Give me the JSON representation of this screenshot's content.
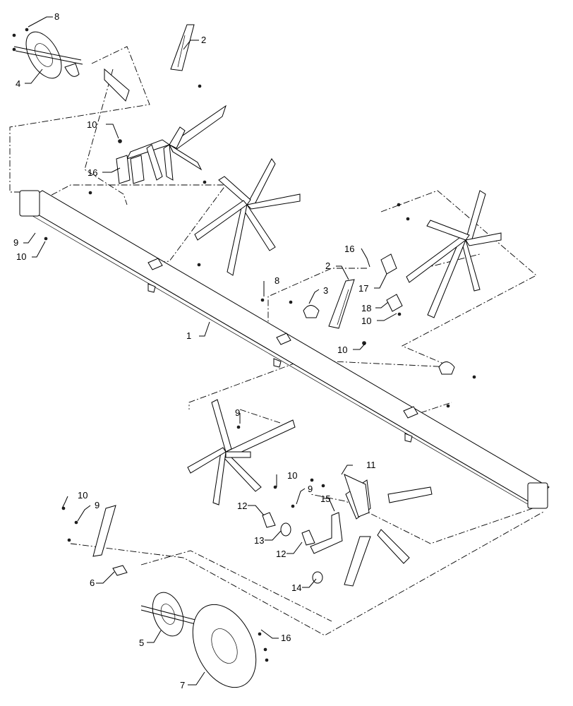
{
  "callouts": {
    "c1": "1",
    "c2a": "2",
    "c2b": "2",
    "c3": "3",
    "c4": "4",
    "c5": "5",
    "c6": "6",
    "c7": "7",
    "c8a": "8",
    "c8b": "8",
    "c9a": "9",
    "c9b": "9",
    "c9c": "9",
    "c9d": "9",
    "c10a": "10",
    "c10b": "10",
    "c10c": "10",
    "c10d": "10",
    "c10e": "10",
    "c10f": "10",
    "c11": "11",
    "c12a": "12",
    "c12b": "12",
    "c13": "13",
    "c14": "14",
    "c15": "15",
    "c16a": "16",
    "c16b": "16",
    "c16c": "16",
    "c17": "17",
    "c18": "18"
  }
}
